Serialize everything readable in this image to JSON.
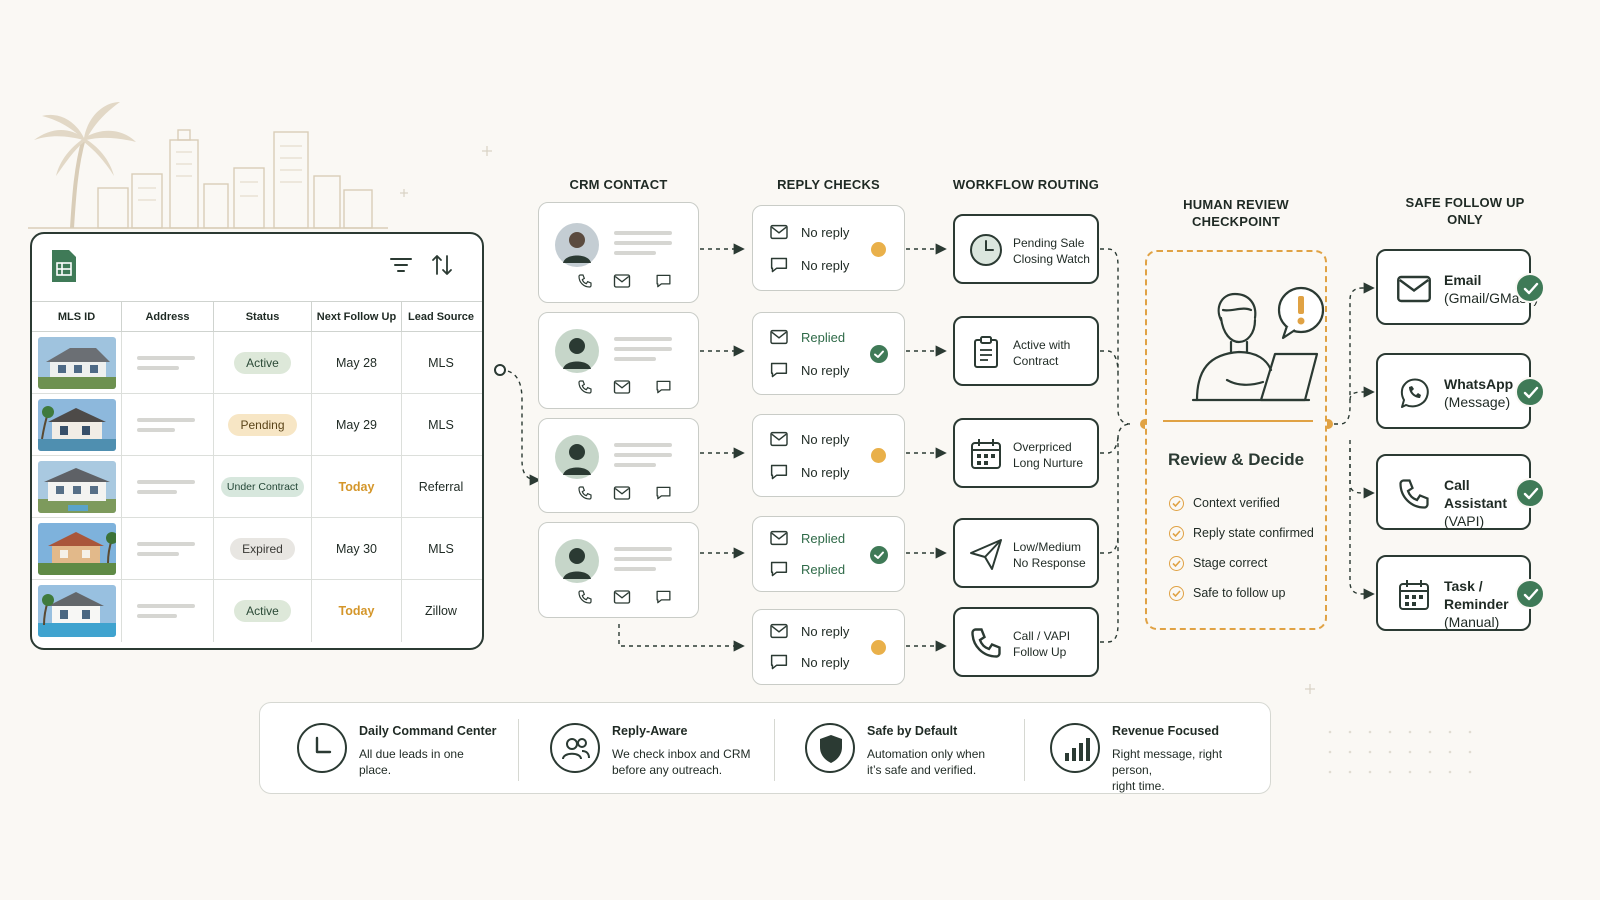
{
  "sheet": {
    "columns": [
      "MLS ID",
      "Address",
      "Status",
      "Next Follow Up",
      "Lead Source"
    ],
    "rows": [
      {
        "status": "Active",
        "status_kind": "active",
        "next": "May 28",
        "source": "MLS"
      },
      {
        "status": "Pending",
        "status_kind": "pending",
        "next": "May 29",
        "source": "MLS"
      },
      {
        "status": "Under Contract",
        "status_kind": "under",
        "next": "Today",
        "source": "Referral"
      },
      {
        "status": "Expired",
        "status_kind": "expired",
        "next": "May 30",
        "source": "MLS"
      },
      {
        "status": "Active",
        "status_kind": "active",
        "next": "Today",
        "source": "Zillow"
      }
    ],
    "toolbar_icons": [
      "spreadsheet-icon",
      "filter-icon",
      "sort-icon"
    ]
  },
  "headers": {
    "crm": "CRM CONTACT",
    "reply": "REPLY CHECKS",
    "workflow": "WORKFLOW ROUTING",
    "review_line1": "HUMAN REVIEW",
    "review_line2": "CHECKPOINT",
    "safe_line1": "SAFE FOLLOW UP",
    "safe_line2": "ONLY"
  },
  "replies": [
    {
      "email": "No reply",
      "message": "No reply",
      "state": "pending"
    },
    {
      "email": "Replied",
      "message": "No reply",
      "state": "ok"
    },
    {
      "email": "No reply",
      "message": "No reply",
      "state": "pending"
    },
    {
      "email": "Replied",
      "message": "Replied",
      "state": "ok"
    },
    {
      "email": "No reply",
      "message": "No reply",
      "state": "pending"
    }
  ],
  "workflows": [
    {
      "line1": "Pending Sale",
      "line2": "Closing Watch",
      "icon": "clock-icon"
    },
    {
      "line1": "Active with",
      "line2": "Contract",
      "icon": "clipboard-icon"
    },
    {
      "line1": "Overpriced",
      "line2": "Long Nurture",
      "icon": "calendar-icon"
    },
    {
      "line1": "Low/Medium",
      "line2": "No Response",
      "icon": "send-icon"
    },
    {
      "line1": "Call / VAPI",
      "line2": "Follow Up",
      "icon": "phone-icon"
    }
  ],
  "review": {
    "title": "Review & Decide",
    "checks": [
      "Context verified",
      "Reply state confirmed",
      "Stage correct",
      "Safe to follow up"
    ]
  },
  "safe": [
    {
      "line1": "Email",
      "line2": "(Gmail/GMass)",
      "icon": "mail-icon"
    },
    {
      "line1": "WhatsApp",
      "line2": "(Message)",
      "icon": "whatsapp-icon"
    },
    {
      "line1": "Call Assistant",
      "line2": "(VAPI)",
      "icon": "phone-icon"
    },
    {
      "line1": "Task / Reminder",
      "line2": "(Manual)",
      "icon": "calendar-icon"
    }
  ],
  "features": [
    {
      "title": "Daily Command Center",
      "line1": "All due leads in one place.",
      "line2": "",
      "icon": "clock-icon"
    },
    {
      "title": "Reply-Aware",
      "line1": "We check inbox and CRM",
      "line2": "before any outreach.",
      "icon": "users-icon"
    },
    {
      "title": "Safe by Default",
      "line1": "Automation only when",
      "line2": "it’s safe and verified.",
      "icon": "shield-icon"
    },
    {
      "title": "Revenue Focused",
      "line1": "Right message, right person,",
      "line2": "right time.",
      "icon": "bar-chart-icon"
    }
  ],
  "colors": {
    "ink": "#2b3a33",
    "accent_green": "#3f7a57",
    "accent_amber": "#e0a244",
    "background": "#faf8f4"
  }
}
